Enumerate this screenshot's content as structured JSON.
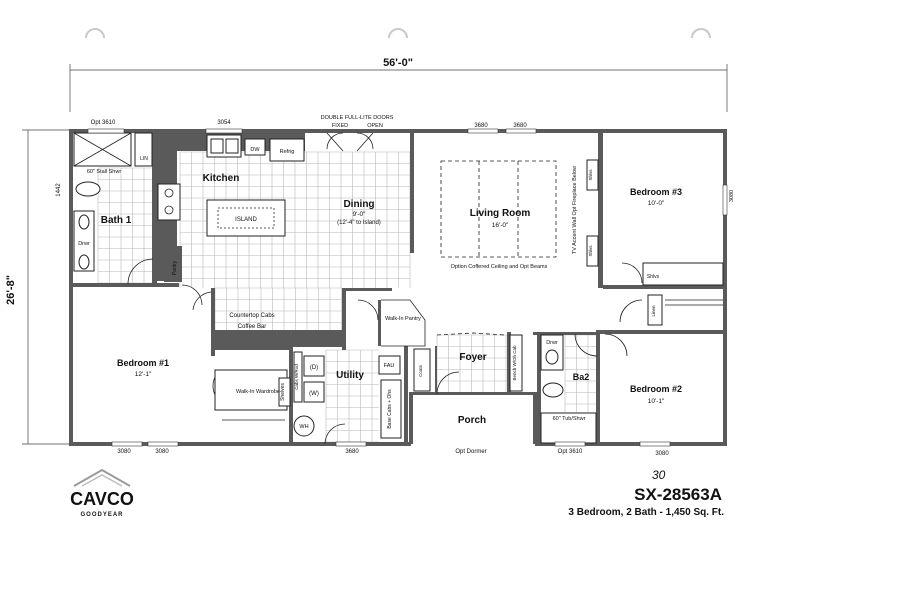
{
  "dimensions": {
    "width": "56'-0\"",
    "depth": "26'-8\"",
    "stub": "1442"
  },
  "rooms": {
    "kitchen": "Kitchen",
    "island": "ISLAND",
    "dining": "Dining",
    "dining_size": "9'-0\"",
    "dining_note": "(12'-4\" to Island)",
    "living": "Living Room",
    "living_size": "16'-0\"",
    "living_note": "Option Coffered Ceiling and Opt Beams",
    "tv_wall": "TV Accent Wall Opt Fireplace Below",
    "bed3": "Bedroom #3",
    "bed3_size": "10'-0\"",
    "bath1": "Bath 1",
    "bed1": "Bedroom #1",
    "bed1_size": "12'-1\"",
    "utility": "Utility",
    "foyer": "Foyer",
    "porch": "Porch",
    "ba2": "Ba2",
    "bed2": "Bedroom #2",
    "bed2_size": "10'-1\"",
    "walkin_wardrobe": "Walk-In Wardrobe",
    "walkin_pantry": "Walk-In Pantry",
    "countertop": "Countertop Cabs",
    "coffee": "Coffee Bar",
    "pantry": "Pantry",
    "shelves": "Shelves",
    "cabs_rod": "Cabs W/Rod",
    "dryer": "(D)",
    "washer": "(W)",
    "wh": "WH",
    "fau": "FAU",
    "base_cabs": "Base Cabs + Ohs",
    "bench": "Bench W/Oh Cab",
    "coats": "Coats",
    "linen": "Linen",
    "shlvs": "Shlvs",
    "stall": "60\" Stall Shwr",
    "tub": "60\" Tub/Shwr",
    "lin": "LIN",
    "dw": "DW",
    "refrig": "Refrig",
    "drwr": "Drwr"
  },
  "windows": {
    "w_top1": "Opt 3610",
    "w_top2": "3054",
    "w_top3": "3680",
    "w_top4": "3680",
    "doors": "DOUBLE FULL-LITE DOORS",
    "fixed": "FIXED",
    "open": "OPEN",
    "w_right": "3080",
    "w_bot1": "3080",
    "w_bot2": "3080",
    "w_bot3": "3680",
    "w_bot4": "Opt Dormer",
    "w_bot5": "Opt 3610",
    "w_bot6": "3080"
  },
  "brand": {
    "name": "CAVCO",
    "sub": "GOODYEAR"
  },
  "model": {
    "code": "SX-28563A",
    "handwritten": "30",
    "summary": "3 Bedroom, 2 Bath - 1,450 Sq. Ft."
  }
}
